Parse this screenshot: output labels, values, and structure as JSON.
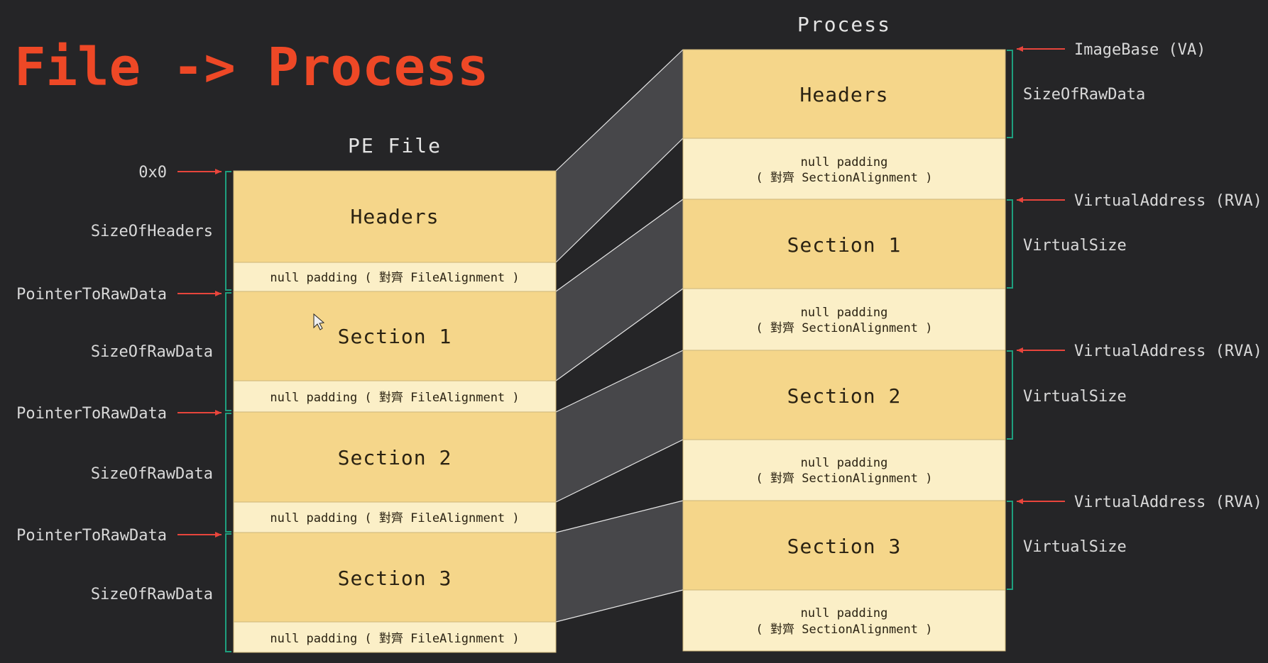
{
  "title": "File -> Process",
  "pe_file": {
    "title": "PE File",
    "blocks": [
      {
        "label": "Headers",
        "kind": "section"
      },
      {
        "label": "null padding ( 對齊 FileAlignment )",
        "kind": "pad"
      },
      {
        "label": "Section 1",
        "kind": "section"
      },
      {
        "label": "null padding ( 對齊 FileAlignment )",
        "kind": "pad"
      },
      {
        "label": "Section 2",
        "kind": "section"
      },
      {
        "label": "null padding ( 對齊 FileAlignment )",
        "kind": "pad"
      },
      {
        "label": "Section 3",
        "kind": "section"
      },
      {
        "label": "null padding ( 對齊 FileAlignment )",
        "kind": "pad"
      }
    ],
    "labels": {
      "origin": "0x0",
      "size_of_headers": "SizeOfHeaders",
      "pointers": [
        "PointerToRawData",
        "PointerToRawData",
        "PointerToRawData"
      ],
      "sizes": [
        "SizeOfRawData",
        "SizeOfRawData",
        "SizeOfRawData"
      ]
    }
  },
  "process": {
    "title": "Process",
    "blocks": [
      {
        "label": "Headers",
        "kind": "section"
      },
      {
        "label": [
          "null padding",
          "( 對齊 SectionAlignment )"
        ],
        "kind": "pad"
      },
      {
        "label": "Section 1",
        "kind": "section"
      },
      {
        "label": [
          "null padding",
          "( 對齊 SectionAlignment )"
        ],
        "kind": "pad"
      },
      {
        "label": "Section 2",
        "kind": "section"
      },
      {
        "label": [
          "null padding",
          "( 對齊 SectionAlignment )"
        ],
        "kind": "pad"
      },
      {
        "label": "Section 3",
        "kind": "section"
      },
      {
        "label": [
          "null padding",
          "( 對齊 SectionAlignment )"
        ],
        "kind": "pad"
      }
    ],
    "labels": {
      "image_base": "ImageBase (VA)",
      "headers_size": "SizeOfRawData",
      "addresses": [
        "VirtualAddress (RVA)",
        "VirtualAddress (RVA)",
        "VirtualAddress (RVA)"
      ],
      "sizes": [
        "VirtualSize",
        "VirtualSize",
        "VirtualSize"
      ]
    }
  },
  "colors": {
    "background": "#252527",
    "title": "#ee4826",
    "section_fill": "#f5d68a",
    "padding_fill": "#fbefc7",
    "arrow": "#e8453c",
    "bracket": "#1e9f7e"
  }
}
